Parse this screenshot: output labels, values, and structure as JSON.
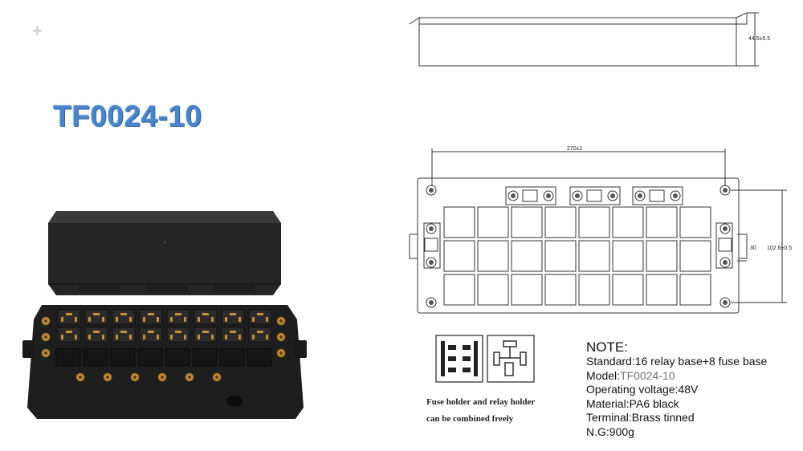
{
  "title": "TF0024-10",
  "dimensions": {
    "height": "44.5±0.5",
    "length": "270±1",
    "width": "102.6±0.5",
    "mount_spacing": "30"
  },
  "legend": {
    "line1": "Fuse holder and relay holder",
    "line2": "can be combined freely"
  },
  "notes": {
    "heading": "NOTE:",
    "standard": "Standard:16 relay base+8 fuse base",
    "model_label": "Model:",
    "model_value": "TF0024-10",
    "voltage": "Operating voltage:48V",
    "material": "Material:PA6 black",
    "terminal": "Terminal:Brass tinned",
    "weight": "N.G:900g"
  },
  "colors": {
    "title": "#4a84c9",
    "model_value": "#7d6e85",
    "product_body": "#1e1e1e",
    "terminal_brass": "#c8913a"
  }
}
